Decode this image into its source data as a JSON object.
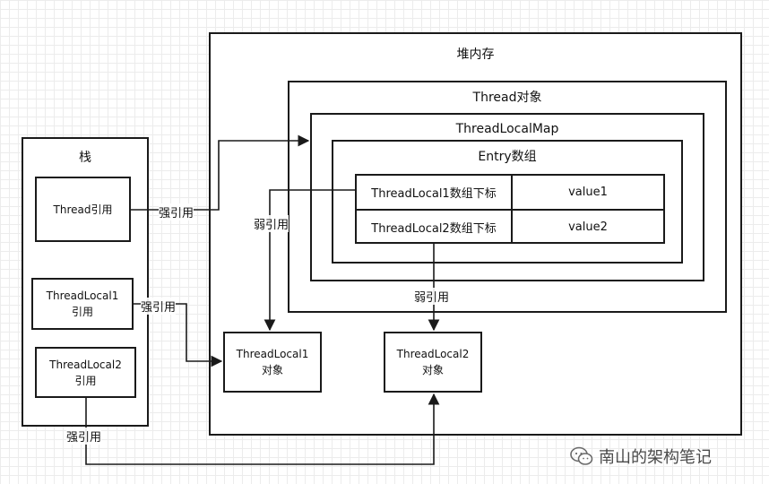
{
  "heap": {
    "title": "堆内存"
  },
  "thread_obj": {
    "title": "Thread对象"
  },
  "map": {
    "title": "ThreadLocalMap"
  },
  "entry": {
    "title": "Entry数组"
  },
  "entries": [
    {
      "key": "ThreadLocal1数组下标",
      "value": "value1"
    },
    {
      "key": "ThreadLocal2数组下标",
      "value": "value2"
    }
  ],
  "stack": {
    "title": "栈",
    "thread_ref": "Thread引用",
    "tl1_ref_line1": "ThreadLocal1",
    "tl1_ref_line2": "引用",
    "tl2_ref_line1": "ThreadLocal2",
    "tl2_ref_line2": "引用"
  },
  "tl1_obj": {
    "line1": "ThreadLocal1",
    "line2": "对象"
  },
  "tl2_obj": {
    "line1": "ThreadLocal2",
    "line2": "对象"
  },
  "edge_labels": {
    "strong_thread": "强引用",
    "strong_tl1": "强引用",
    "strong_tl2": "强引用",
    "weak_tl1": "弱引用",
    "weak_tl2": "弱引用"
  },
  "watermark": {
    "text": "南山的架构笔记",
    "icon": "wechat-icon"
  }
}
